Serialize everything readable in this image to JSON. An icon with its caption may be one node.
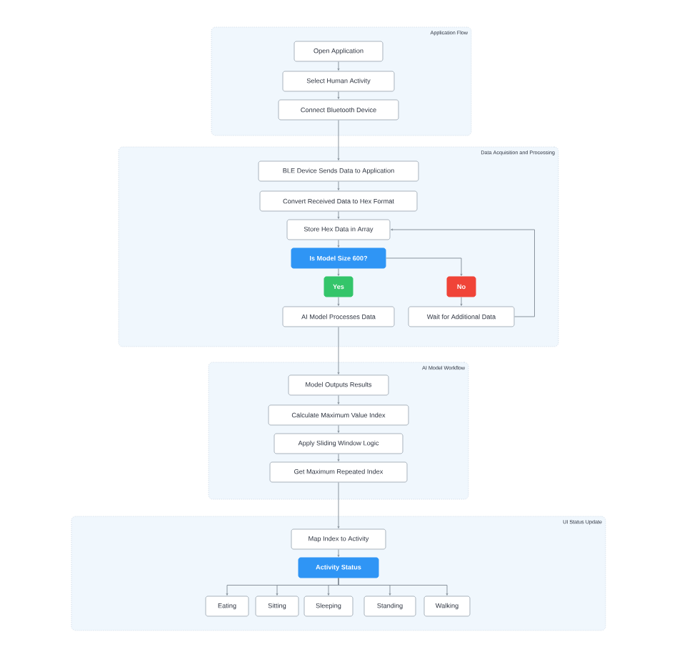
{
  "diagram": {
    "nodes": [
      {
        "text": [
          "Application Flow"
        ]
      },
      {
        "text": [
          "Open Application"
        ],
        "in": 0
      },
      {
        "text": [
          "Select Human Activity"
        ],
        "in": 0
      },
      {
        "text": [
          "Connect Bluetooth Device"
        ],
        "in": 0
      },
      {
        "text": [
          "Data Acquisition and Processing"
        ]
      },
      {
        "text": [
          "BLE Device Sends Data to Application"
        ],
        "in": 4
      },
      {
        "text": [
          "Convert Received Data to Hex Format"
        ],
        "in": 4
      },
      {
        "text": [
          "Store Hex Data in Array"
        ],
        "in": 4
      },
      {
        "text": [
          "Is Model Size 600?"
        ],
        "in": 4
      },
      {
        "text": [
          "Yes"
        ],
        "in": 4
      },
      {
        "text": [
          "No"
        ],
        "in": 4
      },
      {
        "text": [
          "AI Model Processes Data"
        ],
        "in": 4
      },
      {
        "text": [
          "Wait for Additional Data"
        ],
        "in": 4
      },
      {
        "text": [
          "AI Model Workflow"
        ]
      },
      {
        "text": [
          "Model Outputs Results"
        ],
        "in": 13
      },
      {
        "text": [
          "Calculate Maximum Value Index"
        ],
        "in": 13
      },
      {
        "text": [
          "Apply Sliding Window Logic"
        ],
        "in": 13
      },
      {
        "text": [
          "Get Maximum Repeated Index"
        ],
        "in": 13
      },
      {
        "text": [
          "UI Status Update"
        ]
      },
      {
        "text": [
          "Map Index to Activity"
        ],
        "in": 18
      },
      {
        "text": [
          "Activity Status"
        ],
        "in": 18
      },
      {
        "text": [
          "Eating"
        ],
        "in": 18
      },
      {
        "text": [
          "Sitting"
        ],
        "in": 18
      },
      {
        "text": [
          "Sleeping"
        ],
        "in": 18
      },
      {
        "text": [
          "Standing"
        ],
        "in": 18
      },
      {
        "text": [
          "Walking"
        ],
        "in": 18
      }
    ],
    "edges": [
      {
        "from": 1,
        "to": 2,
        "arrow": "to"
      },
      {
        "from": 2,
        "to": 3,
        "arrow": "to"
      },
      {
        "from": 3,
        "to": 5,
        "arrow": "to"
      },
      {
        "from": 5,
        "to": 6,
        "arrow": "to"
      },
      {
        "from": 6,
        "to": 7,
        "arrow": "to"
      },
      {
        "from": 7,
        "to": 8,
        "arrow": "to"
      },
      {
        "from": 8,
        "to": 9,
        "arrow": "to"
      },
      {
        "from": 8,
        "to": 10,
        "arrow": "to"
      },
      {
        "from": 9,
        "to": 11,
        "arrow": "to"
      },
      {
        "from": 10,
        "to": 12,
        "arrow": "to"
      },
      {
        "from": 12,
        "to": 7,
        "arrow": "to"
      },
      {
        "from": 11,
        "to": 14,
        "arrow": "to"
      },
      {
        "from": 14,
        "to": 15,
        "arrow": "to"
      },
      {
        "from": 15,
        "to": 16,
        "arrow": "to"
      },
      {
        "from": 16,
        "to": 17,
        "arrow": "to"
      },
      {
        "from": 17,
        "to": 19,
        "arrow": "to"
      },
      {
        "from": 19,
        "to": 20,
        "arrow": "to"
      },
      {
        "from": 20,
        "to": 21,
        "arrow": "to"
      },
      {
        "from": 20,
        "to": 22,
        "arrow": "to"
      },
      {
        "from": 20,
        "to": 23,
        "arrow": "to"
      },
      {
        "from": 20,
        "to": 24,
        "arrow": "to"
      },
      {
        "from": 20,
        "to": 25,
        "arrow": "to"
      }
    ]
  }
}
